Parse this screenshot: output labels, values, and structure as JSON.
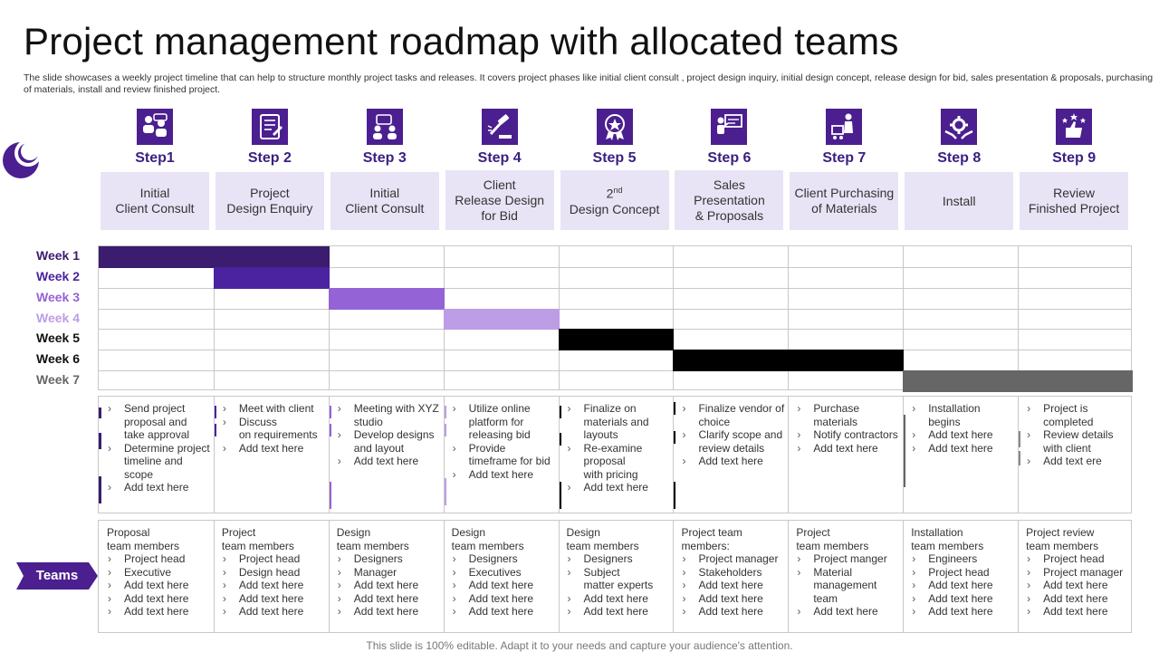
{
  "title": "Project management roadmap with allocated teams",
  "description": "The slide showcases a weekly project timeline that can help to structure monthly project tasks and releases. It covers project phases like initial client consult , project design inquiry, initial design concept, release design for bid, sales presentation & proposals, purchasing of materials, install and review finished project.",
  "colors": {
    "accent": "#4b1f8f",
    "step_box_bg": "#e8e4f6",
    "week1": "#3b1c6e",
    "week2": "#4b23a0",
    "week3": "#9463d6",
    "week4": "#bc9de6",
    "week5": "#000000",
    "week6": "#000000",
    "week7": "#666666"
  },
  "steps": [
    {
      "label": "Step1",
      "name": "Initial\nClient Consult",
      "icon": "consult-icon"
    },
    {
      "label": "Step 2",
      "name": "Project\nDesign Enquiry",
      "icon": "document-icon"
    },
    {
      "label": "Step 3",
      "name": "Initial\nClient Consult",
      "icon": "meeting-icon"
    },
    {
      "label": "Step 4",
      "name": "Client\nRelease Design\nfor Bid",
      "icon": "gavel-icon"
    },
    {
      "label": "Step 5",
      "name": "2nd\nDesign Concept",
      "icon": "badge-icon"
    },
    {
      "label": "Step 6",
      "name": "Sales\nPresentation\n& Proposals",
      "icon": "presentation-icon"
    },
    {
      "label": "Step 7",
      "name": "Client Purchasing\nof Materials",
      "icon": "cart-person-icon"
    },
    {
      "label": "Step 8",
      "name": "Install",
      "icon": "gear-hands-icon"
    },
    {
      "label": "Step 9",
      "name": "Review\nFinished Project",
      "icon": "thumbs-up-stars-icon"
    }
  ],
  "weeks": [
    {
      "label": "Week 1",
      "color": "#3b1c6e"
    },
    {
      "label": "Week 2",
      "color": "#4b23a0"
    },
    {
      "label": "Week 3",
      "color": "#9463d6"
    },
    {
      "label": "Week 4",
      "color": "#bc9de6"
    },
    {
      "label": "Week 5",
      "color": "#000000"
    },
    {
      "label": "Week 6",
      "color": "#000000"
    },
    {
      "label": "Week 7",
      "color": "#666666"
    }
  ],
  "schedule": [
    {
      "step": 1,
      "week": 1
    },
    {
      "step": 2,
      "week": 1
    },
    {
      "step": 2,
      "week": 2
    },
    {
      "step": 3,
      "week": 3
    },
    {
      "step": 4,
      "week": 4
    },
    {
      "step": 5,
      "week": 5
    },
    {
      "step": 6,
      "week": 6
    },
    {
      "step": 7,
      "week": 6
    },
    {
      "step": 8,
      "week": 7
    },
    {
      "step": 9,
      "week": 7
    }
  ],
  "tasks": [
    [
      "Send project proposal and take approval",
      "Determine project timeline and scope",
      "Add text here"
    ],
    [
      "Meet with client",
      "Discuss\non requirements",
      "Add text here"
    ],
    [
      "Meeting with XYZ studio",
      "Develop designs and layout",
      "Add text here"
    ],
    [
      "Utilize online platform for releasing bid",
      "Provide timeframe for bid",
      "Add text here"
    ],
    [
      "Finalize on materials and layouts",
      "Re-examine proposal\nwith pricing",
      "Add text here"
    ],
    [
      "Finalize vendor of choice",
      "Clarify scope and\nreview details",
      "Add text here"
    ],
    [
      "Purchase materials",
      "Notify contractors",
      "Add text here"
    ],
    [
      "Installation begins",
      "Add text here",
      "Add text here"
    ],
    [
      "Project is completed",
      "Review details with client",
      "Add text ere"
    ]
  ],
  "teams_label": "Teams",
  "teams": [
    {
      "heading": "Proposal\nteam members",
      "members": [
        "Project head",
        "Executive",
        "Add text here",
        "Add text here",
        "Add text here"
      ]
    },
    {
      "heading": "Project\nteam members",
      "members": [
        "Project head",
        "Design head",
        "Add text here",
        "Add text here",
        "Add text here"
      ]
    },
    {
      "heading": "Design\nteam members",
      "members": [
        "Designers",
        "Manager",
        "Add text here",
        "Add text here",
        "Add text here"
      ]
    },
    {
      "heading": "Design\nteam members",
      "members": [
        "Designers",
        "Executives",
        "Add text here",
        "Add text here",
        "Add text here"
      ]
    },
    {
      "heading": "Design\nteam members",
      "members": [
        "Designers",
        "Subject\nmatter experts",
        "Add text here",
        "Add text here"
      ]
    },
    {
      "heading": "Project team\nmembers:",
      "members": [
        "Project manager",
        "Stakeholders",
        "Add text here",
        "Add text here",
        "Add text here"
      ]
    },
    {
      "heading": "Project\nteam members",
      "members": [
        "Project manger",
        "Material\nmanagement team",
        "Add text here"
      ]
    },
    {
      "heading": "Installation\nteam members",
      "members": [
        "Engineers",
        "Project head",
        "Add text here",
        "Add text here",
        "Add text here"
      ]
    },
    {
      "heading": "Project review\nteam members",
      "members": [
        "Project head",
        "Project manager",
        "Add text here",
        "Add text here",
        "Add text here"
      ]
    }
  ],
  "footer": "This slide is 100% editable. Adapt it to your needs and capture your audience's attention."
}
